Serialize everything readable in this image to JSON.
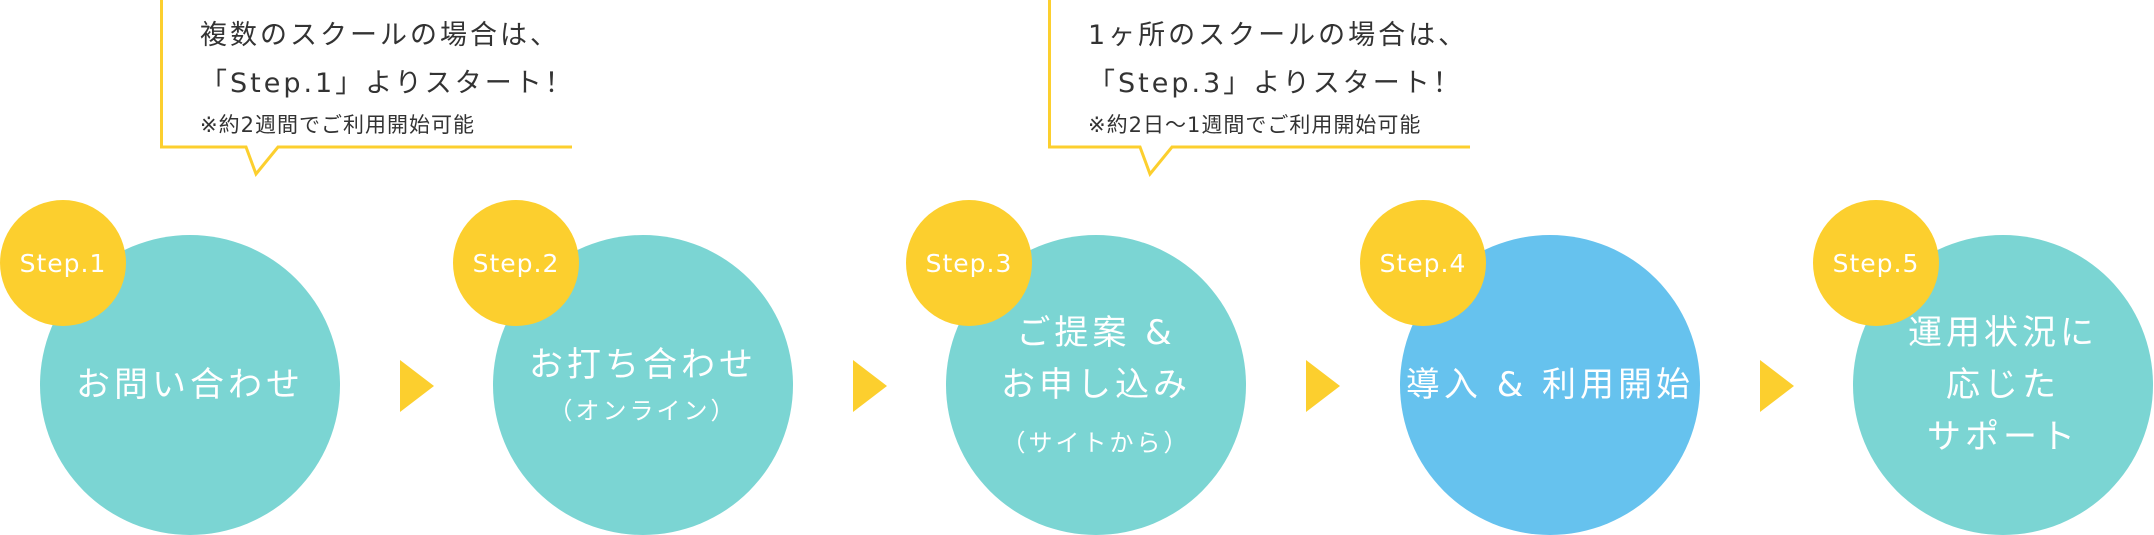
{
  "colors": {
    "badge": "#fccf2e",
    "arrow": "#fccf2e",
    "circle_teal": "#7bd5d3",
    "circle_blue": "#66c2ee",
    "callout_border": "#fccf2e"
  },
  "callouts": [
    {
      "line1": "複数のスクールの場合は、",
      "line2": "「Step.1」よりスタート！",
      "note": "※約2週間でご利用開始可能"
    },
    {
      "line1": "1ヶ所のスクールの場合は、",
      "line2": "「Step.3」よりスタート！",
      "note": "※約2日〜1週間でご利用開始可能"
    }
  ],
  "steps": [
    {
      "badge": "Step.1",
      "lines": [
        "お問い合わせ"
      ],
      "sub": ""
    },
    {
      "badge": "Step.2",
      "lines": [
        "お打ち合わせ"
      ],
      "sub": "（オンライン）"
    },
    {
      "badge": "Step.3",
      "lines": [
        "ご提案 &",
        "お申し込み"
      ],
      "sub": "（サイトから）"
    },
    {
      "badge": "Step.4",
      "lines": [
        "導入 & 利用開始"
      ],
      "sub": ""
    },
    {
      "badge": "Step.5",
      "lines": [
        "運用状況に",
        "応じた",
        "サポート"
      ],
      "sub": ""
    }
  ]
}
